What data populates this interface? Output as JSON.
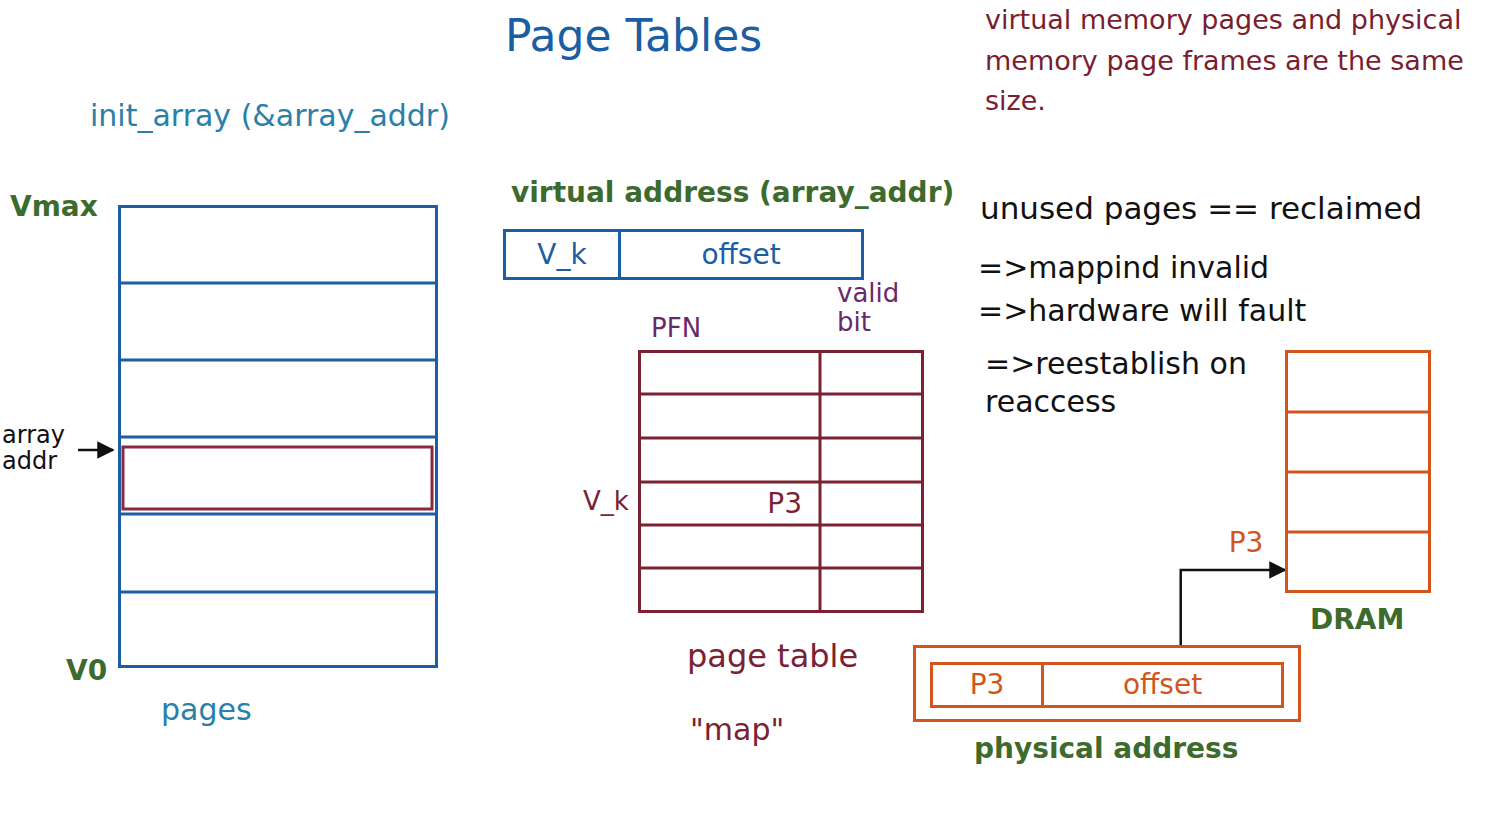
{
  "diagram": {
    "title": "Page Tables",
    "nodes": [
      {
        "text": [
          "pages"
        ]
      },
      {
        "text": [
          "virtual address (array_addr)"
        ]
      },
      {
        "text": [
          "V_k"
        ],
        "in": 1
      },
      {
        "text": [
          "offset"
        ],
        "in": 1
      },
      {
        "text": [
          "PFN",
          "valid bit",
          "page table"
        ]
      },
      {
        "text": [
          "P3"
        ],
        "in": 4
      },
      {
        "text": [
          "DRAM"
        ]
      },
      {
        "text": [
          "physical address"
        ]
      },
      {
        "text": [
          "P3"
        ],
        "in": 7
      },
      {
        "text": [
          "offset"
        ],
        "in": 7
      }
    ],
    "edges": [
      {
        "from": 7,
        "to": 6,
        "arrow": "to",
        "label": "P3"
      }
    ],
    "labels": [
      "init_array (&array_addr)",
      "virtual memory pages and physical memory page frames are the same size.",
      "Vmax",
      "array addr",
      "V0",
      "V_k",
      "\"map\"",
      "unused pages == reclaimed",
      "=>mappind invalid",
      "=>hardware will fault",
      "=>reestablish on reaccess"
    ]
  }
}
